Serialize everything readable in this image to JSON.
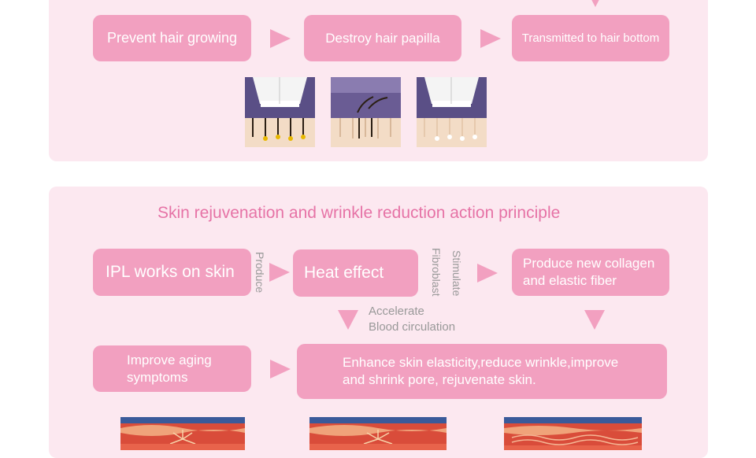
{
  "colors": {
    "panel_bg": "#fce8f0",
    "box_bg": "#f2a0c0",
    "box_text": "#ffffff",
    "title": "#e673a6",
    "note": "#999999"
  },
  "hair_removal": {
    "steps": [
      {
        "label": "Prevent hair growing"
      },
      {
        "label": "Destroy hair papilla"
      },
      {
        "label": "Transmitted to hair bottom"
      }
    ]
  },
  "skin_rejuvenation": {
    "title": "Skin rejuvenation and wrinkle reduction action principle",
    "ipl_box": "IPL works on skin",
    "produce_label": "Produce",
    "heat_box": "Heat effect",
    "fibroblast_label": "Fibroblast",
    "stimulate_label": "Stimulate",
    "collagen_box": [
      "Produce new collagen",
      "and elastic fiber"
    ],
    "accelerate_note": [
      "Accelerate",
      "Blood circulation"
    ],
    "aging_box": [
      "Improve aging",
      "symptoms"
    ],
    "enhance_box": [
      "Enhance skin elasticity,reduce wrinkle,improve",
      "and shrink pore, rejuvenate skin."
    ]
  }
}
